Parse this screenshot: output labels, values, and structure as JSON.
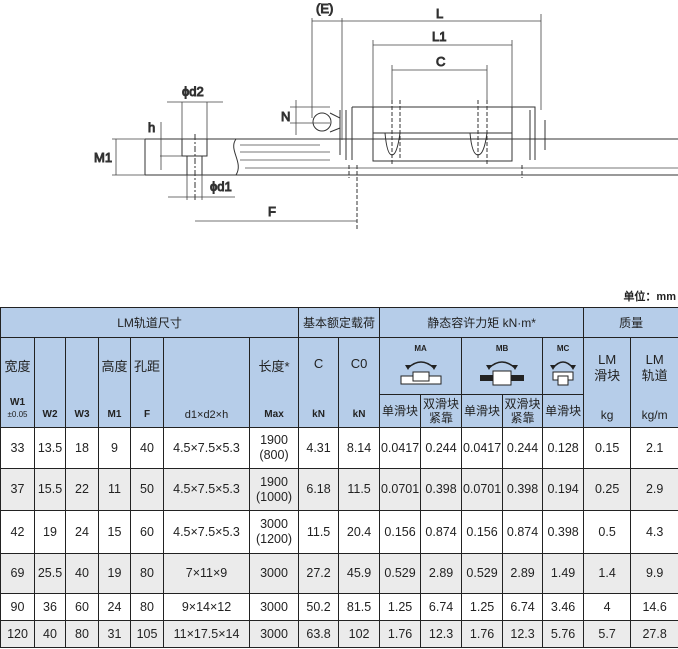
{
  "drawing": {
    "labels": {
      "E": "(E)",
      "L": "L",
      "L1": "L1",
      "C": "C",
      "N": "N",
      "h": "h",
      "M1": "M1",
      "d2": "ϕd2",
      "d1": "ϕd1",
      "F": "F"
    }
  },
  "unit_label": "单位：mm",
  "header": {
    "groups": {
      "rail": "LM轨道尺寸",
      "load": "基本额定载荷",
      "moment": "静态容许力矩 kN·m*",
      "mass": "质量"
    },
    "cols": [
      {
        "top": "宽度",
        "bottom": "W1",
        "sub": "±0.05"
      },
      {
        "top": "",
        "bottom": "W2"
      },
      {
        "top": "",
        "bottom": "W3"
      },
      {
        "top": "高度",
        "bottom": "M1"
      },
      {
        "top": "孔距",
        "bottom": "F"
      },
      {
        "top": "",
        "bottom": "d1×d2×h"
      },
      {
        "top": "长度*",
        "bottom": "Max"
      },
      {
        "top": "C",
        "bottom": "kN"
      },
      {
        "top": "C0",
        "bottom": "kN"
      }
    ],
    "moments": [
      {
        "label": "MA",
        "icon": "moment-pitch-icon"
      },
      {
        "label": "MB",
        "icon": "moment-yaw-icon"
      },
      {
        "label": "MC",
        "icon": "moment-roll-icon"
      }
    ],
    "moment_sub": [
      "单滑块",
      "双滑块紧靠",
      "单滑块",
      "双滑块紧靠",
      "单滑块"
    ],
    "mass_cols": [
      {
        "top": "LM",
        "top2": "滑块",
        "bottom": "kg"
      },
      {
        "top": "LM",
        "top2": "轨道",
        "bottom": "kg/m"
      }
    ]
  },
  "rows": [
    [
      "33",
      "13.5",
      "18",
      "9",
      "40",
      "4.5×7.5×5.3",
      "1900",
      "(800)",
      "4.31",
      "8.14",
      "0.0417",
      "0.244",
      "0.0417",
      "0.244",
      "0.128",
      "0.15",
      "2.1"
    ],
    [
      "37",
      "15.5",
      "22",
      "11",
      "50",
      "4.5×7.5×5.3",
      "1900",
      "(1000)",
      "6.18",
      "11.5",
      "0.0701",
      "0.398",
      "0.0701",
      "0.398",
      "0.194",
      "0.25",
      "2.9"
    ],
    [
      "42",
      "19",
      "24",
      "15",
      "60",
      "4.5×7.5×5.3",
      "3000",
      "(1200)",
      "11.5",
      "20.4",
      "0.156",
      "0.874",
      "0.156",
      "0.874",
      "0.398",
      "0.5",
      "4.3"
    ],
    [
      "69",
      "25.5",
      "40",
      "19",
      "80",
      "7×11×9",
      "3000",
      "",
      "27.2",
      "45.9",
      "0.529",
      "2.89",
      "0.529",
      "2.89",
      "1.49",
      "1.4",
      "9.9"
    ],
    [
      "90",
      "36",
      "60",
      "24",
      "80",
      "9×14×12",
      "3000",
      "",
      "50.2",
      "81.5",
      "1.25",
      "6.74",
      "1.25",
      "6.74",
      "3.46",
      "4",
      "14.6"
    ],
    [
      "120",
      "40",
      "80",
      "31",
      "105",
      "11×17.5×14",
      "3000",
      "",
      "63.8",
      "102",
      "1.76",
      "12.3",
      "1.76",
      "12.3",
      "5.76",
      "5.7",
      "27.8"
    ]
  ]
}
